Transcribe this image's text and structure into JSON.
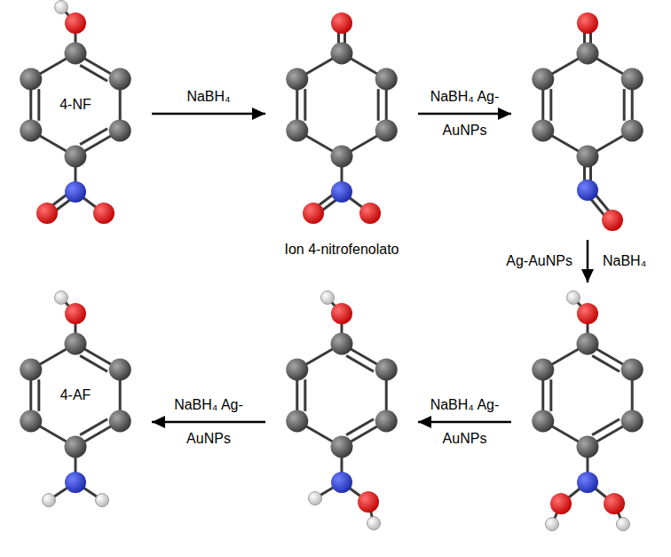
{
  "diagram": {
    "nodes": [
      {
        "text": [
          "4-NF"
        ]
      },
      {
        "text": [
          "Ion 4-nitrofenolato"
        ]
      },
      {
        "text": []
      },
      {
        "text": []
      },
      {
        "text": []
      },
      {
        "text": [
          "4-AF"
        ]
      }
    ],
    "edges": [
      {
        "from": 0,
        "to": 1,
        "arrow": "to",
        "label": "NaBH₄"
      },
      {
        "from": 1,
        "to": 2,
        "arrow": "to",
        "label": "NaBH₄ Ag-AuNPs"
      },
      {
        "from": 2,
        "to": 3,
        "arrow": "to",
        "label": "Ag-AuNPs NaBH₄"
      },
      {
        "from": 3,
        "to": 4,
        "arrow": "to",
        "label": "NaBH₄ Ag-AuNPs"
      },
      {
        "from": 4,
        "to": 5,
        "arrow": "to",
        "label": "NaBH₄ Ag-AuNPs"
      }
    ]
  }
}
